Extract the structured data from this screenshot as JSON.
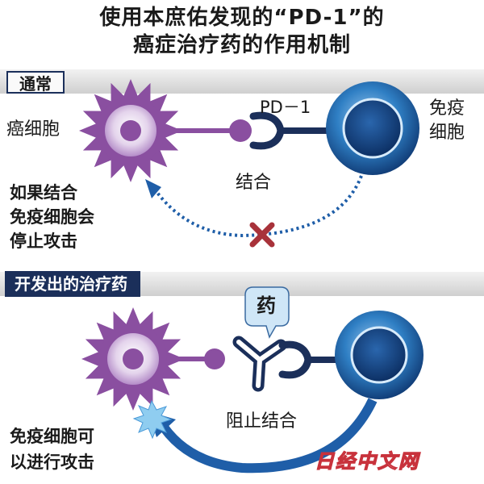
{
  "title_line1": "使用本庶佑发现的“PD-1”的",
  "title_line2": "癌症治疗药的作用机制",
  "normal": {
    "tag": "通常",
    "cancer_label": "癌细胞",
    "pd1_label": "PD－1",
    "immune_label_1": "免疫",
    "immune_label_2": "细胞",
    "bind_label": "结合",
    "effect_lines": [
      "如果结合",
      "免疫细胞会",
      "停止攻击"
    ]
  },
  "drug": {
    "tag": "开发出的治疗药",
    "drug_label": "药",
    "block_label": "阻止结合",
    "effect_lines": [
      "免疫细胞可",
      "以进行攻击"
    ]
  },
  "watermark": "日经中文网",
  "colors": {
    "title_navy": "#1b2f5a",
    "cancer_purple": "#8a4fa0",
    "immune_blue": "#1f6fb8",
    "arrow_blue": "#1f5ea8",
    "cross_red": "#a8323a",
    "watermark_red": "#c8323c"
  }
}
